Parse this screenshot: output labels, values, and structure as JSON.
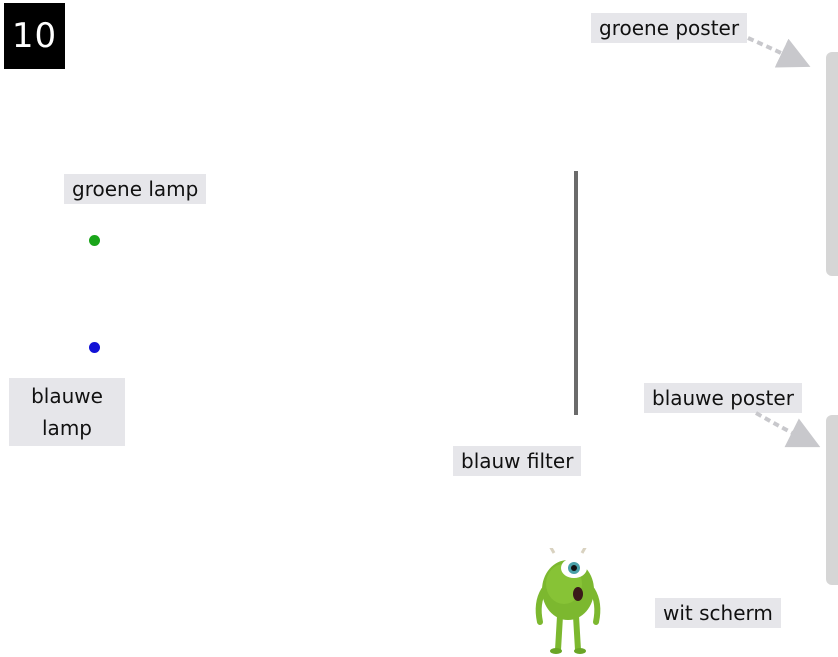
{
  "slide_number": "10",
  "labels": {
    "green_lamp": "groene lamp",
    "blue_lamp": "blauwe lamp",
    "blue_filter": "blauw filter",
    "green_poster": "groene poster",
    "blue_poster": "blauwe poster",
    "white_screen": "wit scherm"
  },
  "colors": {
    "green_lamp": "#1aa51a",
    "blue_lamp": "#1212d6",
    "filter": "#6b6b6b",
    "poster": "#d6d6d6",
    "label_bg": "#e6e6ea",
    "monster_body": "#7cb82f"
  },
  "icons": {
    "monster": "one-eyed-green-monster-icon"
  }
}
